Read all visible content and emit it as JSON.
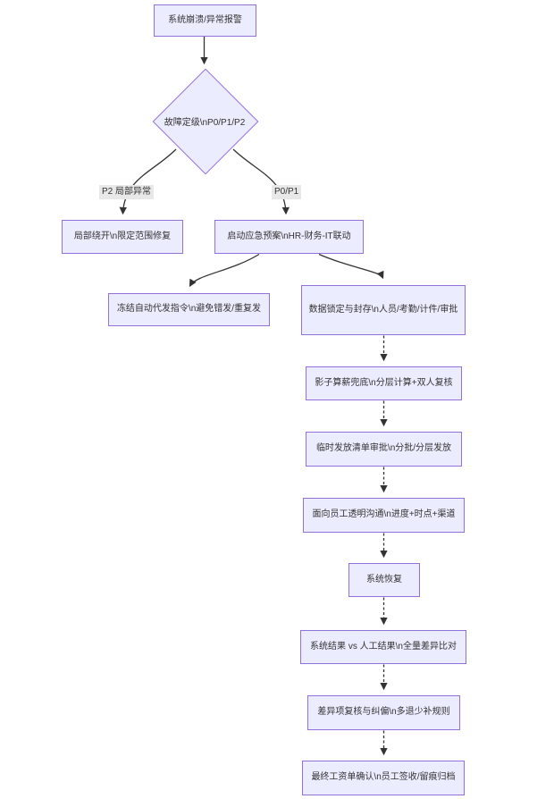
{
  "diagram": {
    "type": "flowchart-top-down",
    "colors": {
      "node_fill": "#ECECFF",
      "node_border": "#9370DB",
      "edge_color": "#333333",
      "text_color": "#333333",
      "edge_label_bg": "#e8e8e8",
      "background": "#ffffff"
    },
    "nodes": {
      "alarm": {
        "label": "系统崩溃/异常报警"
      },
      "decision": {
        "label": "故障定级\\nP0/P1/P2"
      },
      "bypass": {
        "label": "局部绕开\\n限定范围修复"
      },
      "emergency": {
        "label": "启动应急预案\\nHR-财务-IT联动"
      },
      "freeze": {
        "label": "冻结自动代发指令\\n避免错发/重复发"
      },
      "lock": {
        "label": "数据锁定与封存\\n人员/考勤/计件/审批"
      },
      "shadow": {
        "label": "影子算薪兜底\\n分层计算+双人复核"
      },
      "approve": {
        "label": "临时发放清单审批\\n分批/分层发放"
      },
      "comm": {
        "label": "面向员工透明沟通\\n进度+时点+渠道"
      },
      "recover": {
        "label": "系统恢复"
      },
      "compare": {
        "label": "系统结果 vs 人工结果\\n全量差异比对"
      },
      "correct": {
        "label": "差异项复核与纠偏\\n多退少补规则"
      },
      "final": {
        "label": "最终工资单确认\\n员工签收/留痕归档"
      }
    },
    "edge_labels": {
      "p2_branch": "P2 局部异常",
      "p0p1_branch": "P0/P1"
    }
  }
}
